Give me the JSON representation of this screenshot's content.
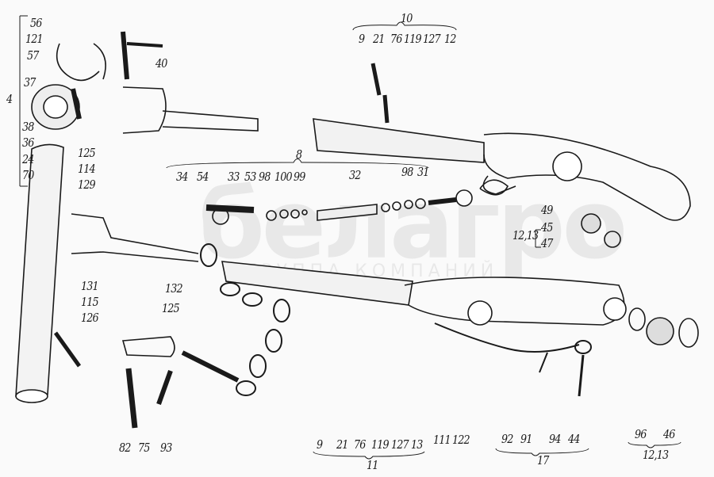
{
  "watermark": {
    "brand": "белагро",
    "subtitle": "ГРУППА КОМПАНИЙ"
  },
  "callouts": [
    "56",
    "121",
    "57",
    "37",
    "38",
    "36",
    "4",
    "40",
    "10",
    "9",
    "21",
    "76",
    "119",
    "127",
    "12",
    "125",
    "114",
    "129",
    "24",
    "70",
    "8",
    "34",
    "54",
    "33",
    "53",
    "98",
    "100",
    "99",
    "32",
    "98",
    "31",
    "49",
    "12,13",
    "45",
    "47",
    "131",
    "115",
    "126",
    "132",
    "125",
    "82",
    "75",
    "93",
    "9",
    "21",
    "76",
    "119",
    "127",
    "13",
    "11",
    "111",
    "122",
    "92",
    "91",
    "94",
    "44",
    "17",
    "96",
    "46",
    "12,13"
  ]
}
